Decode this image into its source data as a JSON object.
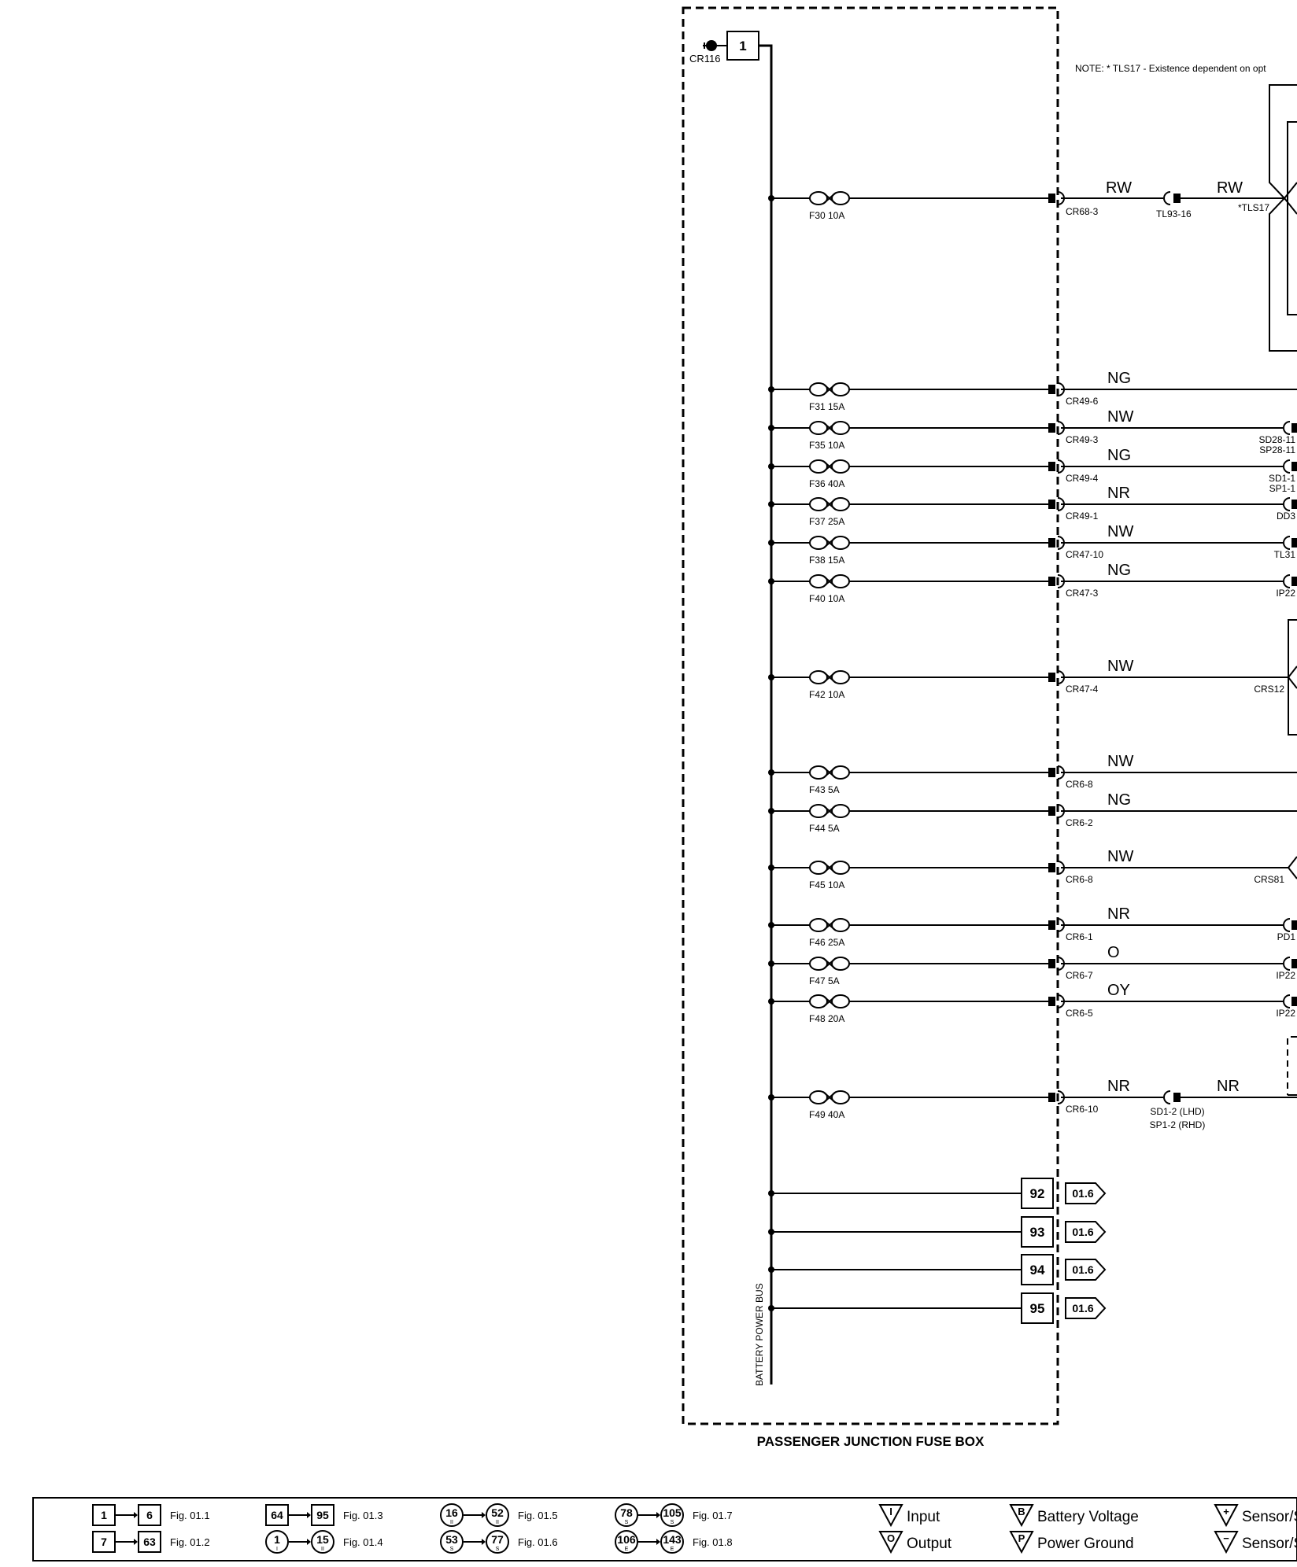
{
  "note": "NOTE: * TLS17 - Existence dependent on opt",
  "title": "PASSENGER JUNCTION FUSE BOX",
  "bus_label": "BATTERY POWER BUS",
  "top_connector": {
    "ground": "CR116",
    "number": "1"
  },
  "top_circuit": {
    "fuse": "F30 10A",
    "connector": "CR68-3",
    "wire": "RW",
    "mid_connector": "TL93-16",
    "wire2": "RW",
    "end_label": "*TLS17"
  },
  "circuits": [
    {
      "fuse": "F31 15A",
      "connector": "CR49-6",
      "wire": "NG",
      "end": ""
    },
    {
      "fuse": "F35 10A",
      "connector": "CR49-3",
      "wire": "NW",
      "end": "SD28-11",
      "end2": "SP28-11"
    },
    {
      "fuse": "F36 40A",
      "connector": "CR49-4",
      "wire": "NG",
      "end": "SD1-1",
      "end2": "SP1-1"
    },
    {
      "fuse": "F37 25A",
      "connector": "CR49-1",
      "wire": "NR",
      "end": "DD3"
    },
    {
      "fuse": "F38 15A",
      "connector": "CR47-10",
      "wire": "NW",
      "end": "TL31"
    },
    {
      "fuse": "F40 10A",
      "connector": "CR47-3",
      "wire": "NG",
      "end": "IP22"
    },
    {
      "fuse": "F42 10A",
      "connector": "CR47-4",
      "wire": "NW",
      "end": "CRS12"
    },
    {
      "fuse": "F43 5A",
      "connector": "CR6-8",
      "wire": "NW",
      "end": ""
    },
    {
      "fuse": "F44 5A",
      "connector": "CR6-2",
      "wire": "NG",
      "end": ""
    },
    {
      "fuse": "F45 10A",
      "connector": "CR6-8",
      "wire": "NW",
      "end": "CRS81"
    },
    {
      "fuse": "F46 25A",
      "connector": "CR6-1",
      "wire": "NR",
      "end": "PD1"
    },
    {
      "fuse": "F47 5A",
      "connector": "CR6-7",
      "wire": "O",
      "end": "IP22"
    },
    {
      "fuse": "F48 20A",
      "connector": "CR6-5",
      "wire": "OY",
      "end": "IP22"
    },
    {
      "fuse": "F49 40A",
      "connector": "CR6-10",
      "wire": "NR",
      "end": "SD1-2 (LHD)",
      "end2": "SP1-2 (RHD)",
      "wire2": "NR"
    }
  ],
  "bus_outputs": [
    {
      "num": "92",
      "ref": "01.6"
    },
    {
      "num": "93",
      "ref": "01.6"
    },
    {
      "num": "94",
      "ref": "01.6"
    },
    {
      "num": "95",
      "ref": "01.6"
    }
  ],
  "legend": {
    "ranges": [
      {
        "from": "1",
        "to": "6",
        "fig": "Fig. 01.1",
        "shape": "square"
      },
      {
        "from": "7",
        "to": "63",
        "fig": "Fig. 01.2",
        "shape": "square"
      },
      {
        "from": "64",
        "to": "95",
        "fig": "Fig. 01.3",
        "shape": "square"
      },
      {
        "from": "1",
        "to": "15",
        "fig": "Fig. 01.4",
        "shape": "circle",
        "sub": "I",
        "sub2": "II"
      },
      {
        "from": "16",
        "to": "52",
        "fig": "Fig. 01.5",
        "shape": "circle",
        "sub": "II",
        "sub2": "II"
      },
      {
        "from": "53",
        "to": "77",
        "fig": "Fig. 01.6",
        "shape": "circle",
        "sub": "S",
        "sub2": "S"
      },
      {
        "from": "78",
        "to": "105",
        "fig": "Fig. 01.7",
        "shape": "circle",
        "sub": "S",
        "sub2": "S"
      },
      {
        "from": "106",
        "to": "143",
        "fig": "Fig. 01.8",
        "shape": "circle",
        "sub": "E",
        "sub2": "E"
      }
    ],
    "symbols": [
      {
        "glyph": "I",
        "label": "Input"
      },
      {
        "glyph": "O",
        "label": "Output"
      },
      {
        "glyph": "B",
        "label": "Battery Voltage"
      },
      {
        "glyph": "P",
        "label": "Power Ground"
      },
      {
        "glyph": "+",
        "label": "Sensor/S"
      },
      {
        "glyph": "−",
        "label": "Sensor/S"
      }
    ]
  }
}
